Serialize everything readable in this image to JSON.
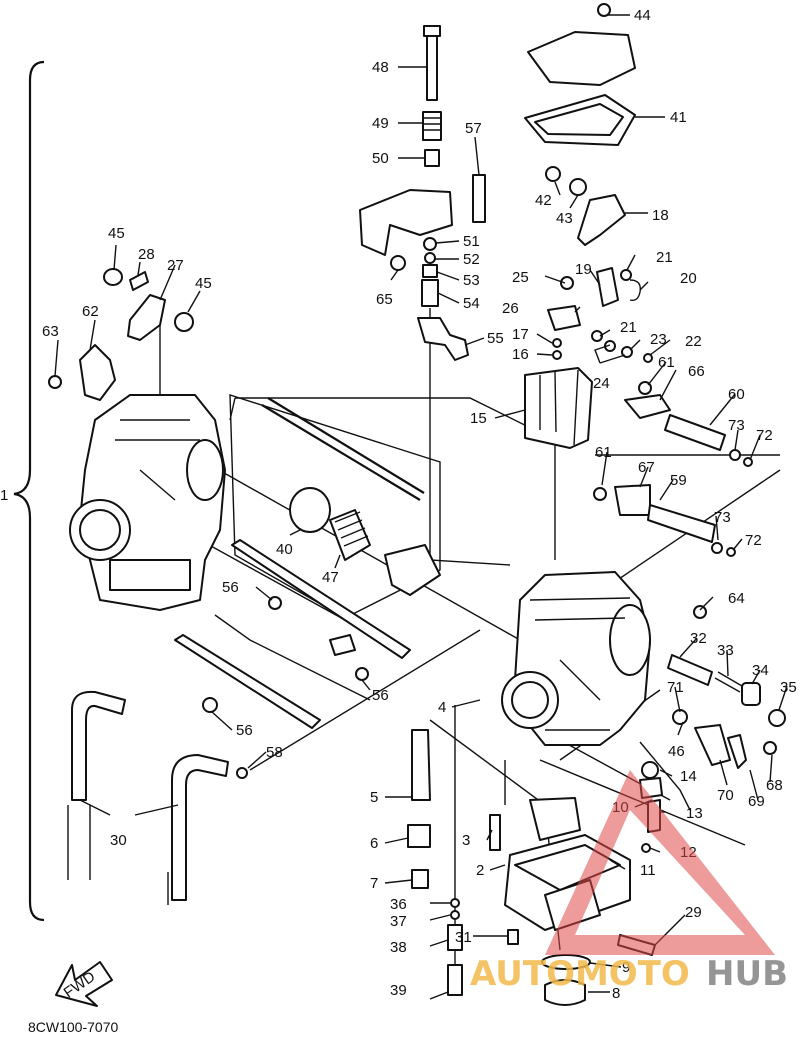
{
  "diagram_code": "8CW100-7070",
  "fwd_label": "FWD",
  "watermark": {
    "prefix": "AUTOMOTO",
    "suffix": "HUB",
    "prefix_color": "#f2b84b",
    "suffix_color": "#8a8a8a",
    "mark_color": "#e04848"
  },
  "assembly_label": "1",
  "callouts": {
    "c2": "2",
    "c3": "3",
    "c4": "4",
    "c5": "5",
    "c6": "6",
    "c7": "7",
    "c8": "8",
    "c9": "9",
    "c10": "10",
    "c11": "11",
    "c12": "12",
    "c13": "13",
    "c14": "14",
    "c15": "15",
    "c16": "16",
    "c17": "17",
    "c18": "18",
    "c19": "19",
    "c20": "20",
    "c21a": "21",
    "c21b": "21",
    "c22": "22",
    "c23": "23",
    "c24": "24",
    "c25": "25",
    "c26": "26",
    "c27": "27",
    "c28": "28",
    "c29": "29",
    "c30": "30",
    "c31": "31",
    "c32": "32",
    "c33": "33",
    "c34": "34",
    "c35": "35",
    "c36": "36",
    "c37": "37",
    "c38": "38",
    "c39": "39",
    "c40": "40",
    "c41": "41",
    "c42": "42",
    "c43": "43",
    "c44": "44",
    "c45a": "45",
    "c45b": "45",
    "c46": "46",
    "c47": "47",
    "c48": "48",
    "c49": "49",
    "c50": "50",
    "c51": "51",
    "c52": "52",
    "c53": "53",
    "c54": "54",
    "c55": "55",
    "c56a": "56",
    "c56b": "56",
    "c56c": "56",
    "c57": "57",
    "c58": "58",
    "c59": "59",
    "c60": "60",
    "c61a": "61",
    "c61b": "61",
    "c62": "62",
    "c63": "63",
    "c64": "64",
    "c65": "65",
    "c66": "66",
    "c67": "67",
    "c68": "68",
    "c69": "69",
    "c70": "70",
    "c71": "71",
    "c72a": "72",
    "c72b": "72",
    "c73a": "73",
    "c73b": "73"
  }
}
